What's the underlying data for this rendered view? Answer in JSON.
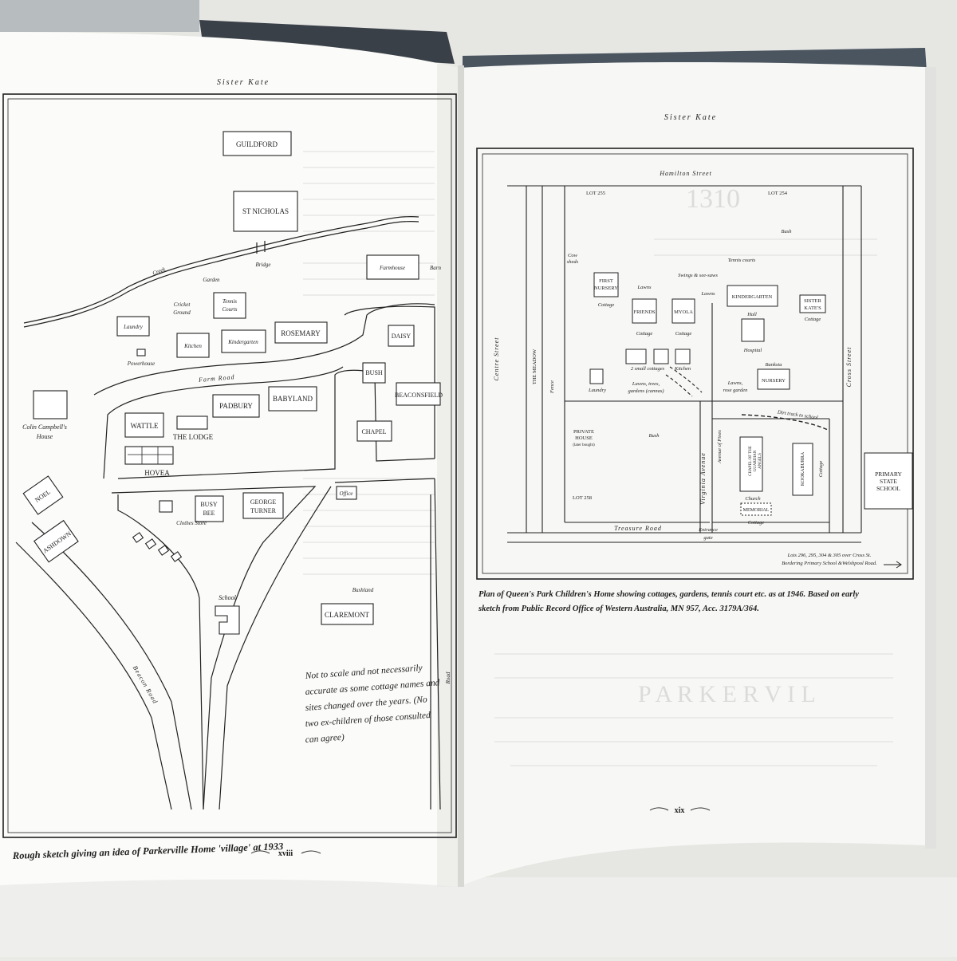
{
  "left_page": {
    "running_head": "Sister Kate",
    "page_number": "xviii",
    "caption": "Rough sketch giving an idea of Parkerville Home 'village' at 1933",
    "note": [
      "Not to scale and not necessarily",
      "accurate as some cottage names and",
      "sites changed over the years. (No",
      "two ex-children of those consulted",
      "can agree)"
    ],
    "map": {
      "guildford": "GUILDFORD",
      "st_nicholas": "ST NICHOLAS",
      "creek": "Creek",
      "bridge": "Bridge",
      "garden": "Garden",
      "farmhouse": "Farmhouse",
      "barn": "Barn",
      "laundry": "Laundry",
      "cricket": "Cricket",
      "ground": "Ground",
      "tennis": "Tennis",
      "courts": "Courts",
      "kitchen": "Kitchen",
      "kindergarten": "Kindergarten",
      "rosemary": "ROSEMARY",
      "daisy": "DAISY",
      "powerhouse": "Powerhouse",
      "farm_road": "Farm Road",
      "bush": "BUSH",
      "beaconsfield": "BEACONSFIELD",
      "colin1": "Colin Campbell's",
      "colin2": "House",
      "wattle": "WATTLE",
      "padbury": "PADBURY",
      "babyland": "BABYLAND",
      "the_lodge": "THE LODGE",
      "chapel": "CHAPEL",
      "hovea": "HOVEA",
      "noel": "NOEL",
      "ashdown": "ASHDOWN",
      "busy": "BUSY",
      "bee": "BEE",
      "george": "GEORGE",
      "turner": "TURNER",
      "office": "Office",
      "clothes_store": "Clothes Store",
      "school": "School",
      "bushland": "Bushland",
      "claremont": "CLAREMONT",
      "beacon_road": "Beacon Road",
      "road": "Road"
    }
  },
  "right_page": {
    "running_head": "Sister Kate",
    "page_number": "xix",
    "caption": [
      "Plan of Queen's Park Children's Home showing cottages, gardens, tennis court etc. as at 1946. Based on early",
      "sketch from Public Record Office of Western Australia, MN 957, Acc. 3179A/364."
    ],
    "map": {
      "hamilton_street": "Hamilton Street",
      "lot255": "LOT 255",
      "lot254": "LOT 254",
      "bush_top": "Bush",
      "tennis": "Tennis courts",
      "swings": "Swings & see-saws",
      "cow": "Cow",
      "sheds": "sheds",
      "first_nursery1": "FIRST",
      "first_nursery2": "NURSERY",
      "cottage": "Cottage",
      "lawns": "Lawns",
      "friends": "FRIENDS",
      "myola": "MYOLA",
      "kindergarten": "KINDERGARTEN",
      "hall": "Hall",
      "sister_kates1": "SISTER",
      "sister_kates2": "KATE'S",
      "hospital": "Hospital",
      "small_cottages": "2 small cottages",
      "kitchen": "Kitchen",
      "banksia": "Banksia",
      "nursery": "NURSERY",
      "laundry": "Laundry",
      "lawns_trees1": "Lawns, trees,",
      "lawns_trees2": "gardens (cannas)",
      "lawns_rose1": "Lawns,",
      "lawns_rose2": "rose garden",
      "fence": "Fence",
      "dirt_track": "Dirt track to school",
      "centre_street": "Centre Street",
      "the_meadow": "THE MEADOW",
      "cross_street": "Cross Street",
      "private_house1": "PRIVATE",
      "private_house2": "HOUSE",
      "later_bought": "(later bought)",
      "bush_mid": "Bush",
      "virginia_avenue": "Virginia Avenue",
      "avenue_of_pines": "Avenue of Pines",
      "chapel1": "CHAPEL OF THE",
      "chapel2": "GUARDIAN",
      "chapel3": "ANGELS",
      "church": "Church",
      "kookaburra": "KOOKABURRA",
      "cottage_vert": "Cottage",
      "memorial": "MEMORIAL",
      "lot258": "LOT 258",
      "treasure_road": "Treasure Road",
      "entrance1": "Entrance",
      "entrance2": "gate",
      "primary1": "PRIMARY",
      "primary2": "STATE",
      "primary3": "SCHOOL",
      "lots_note1": "Lots 296, 295, 304 & 305 over Cross St.",
      "lots_note2": "Bordering Primary School &Welshpool Road."
    }
  }
}
